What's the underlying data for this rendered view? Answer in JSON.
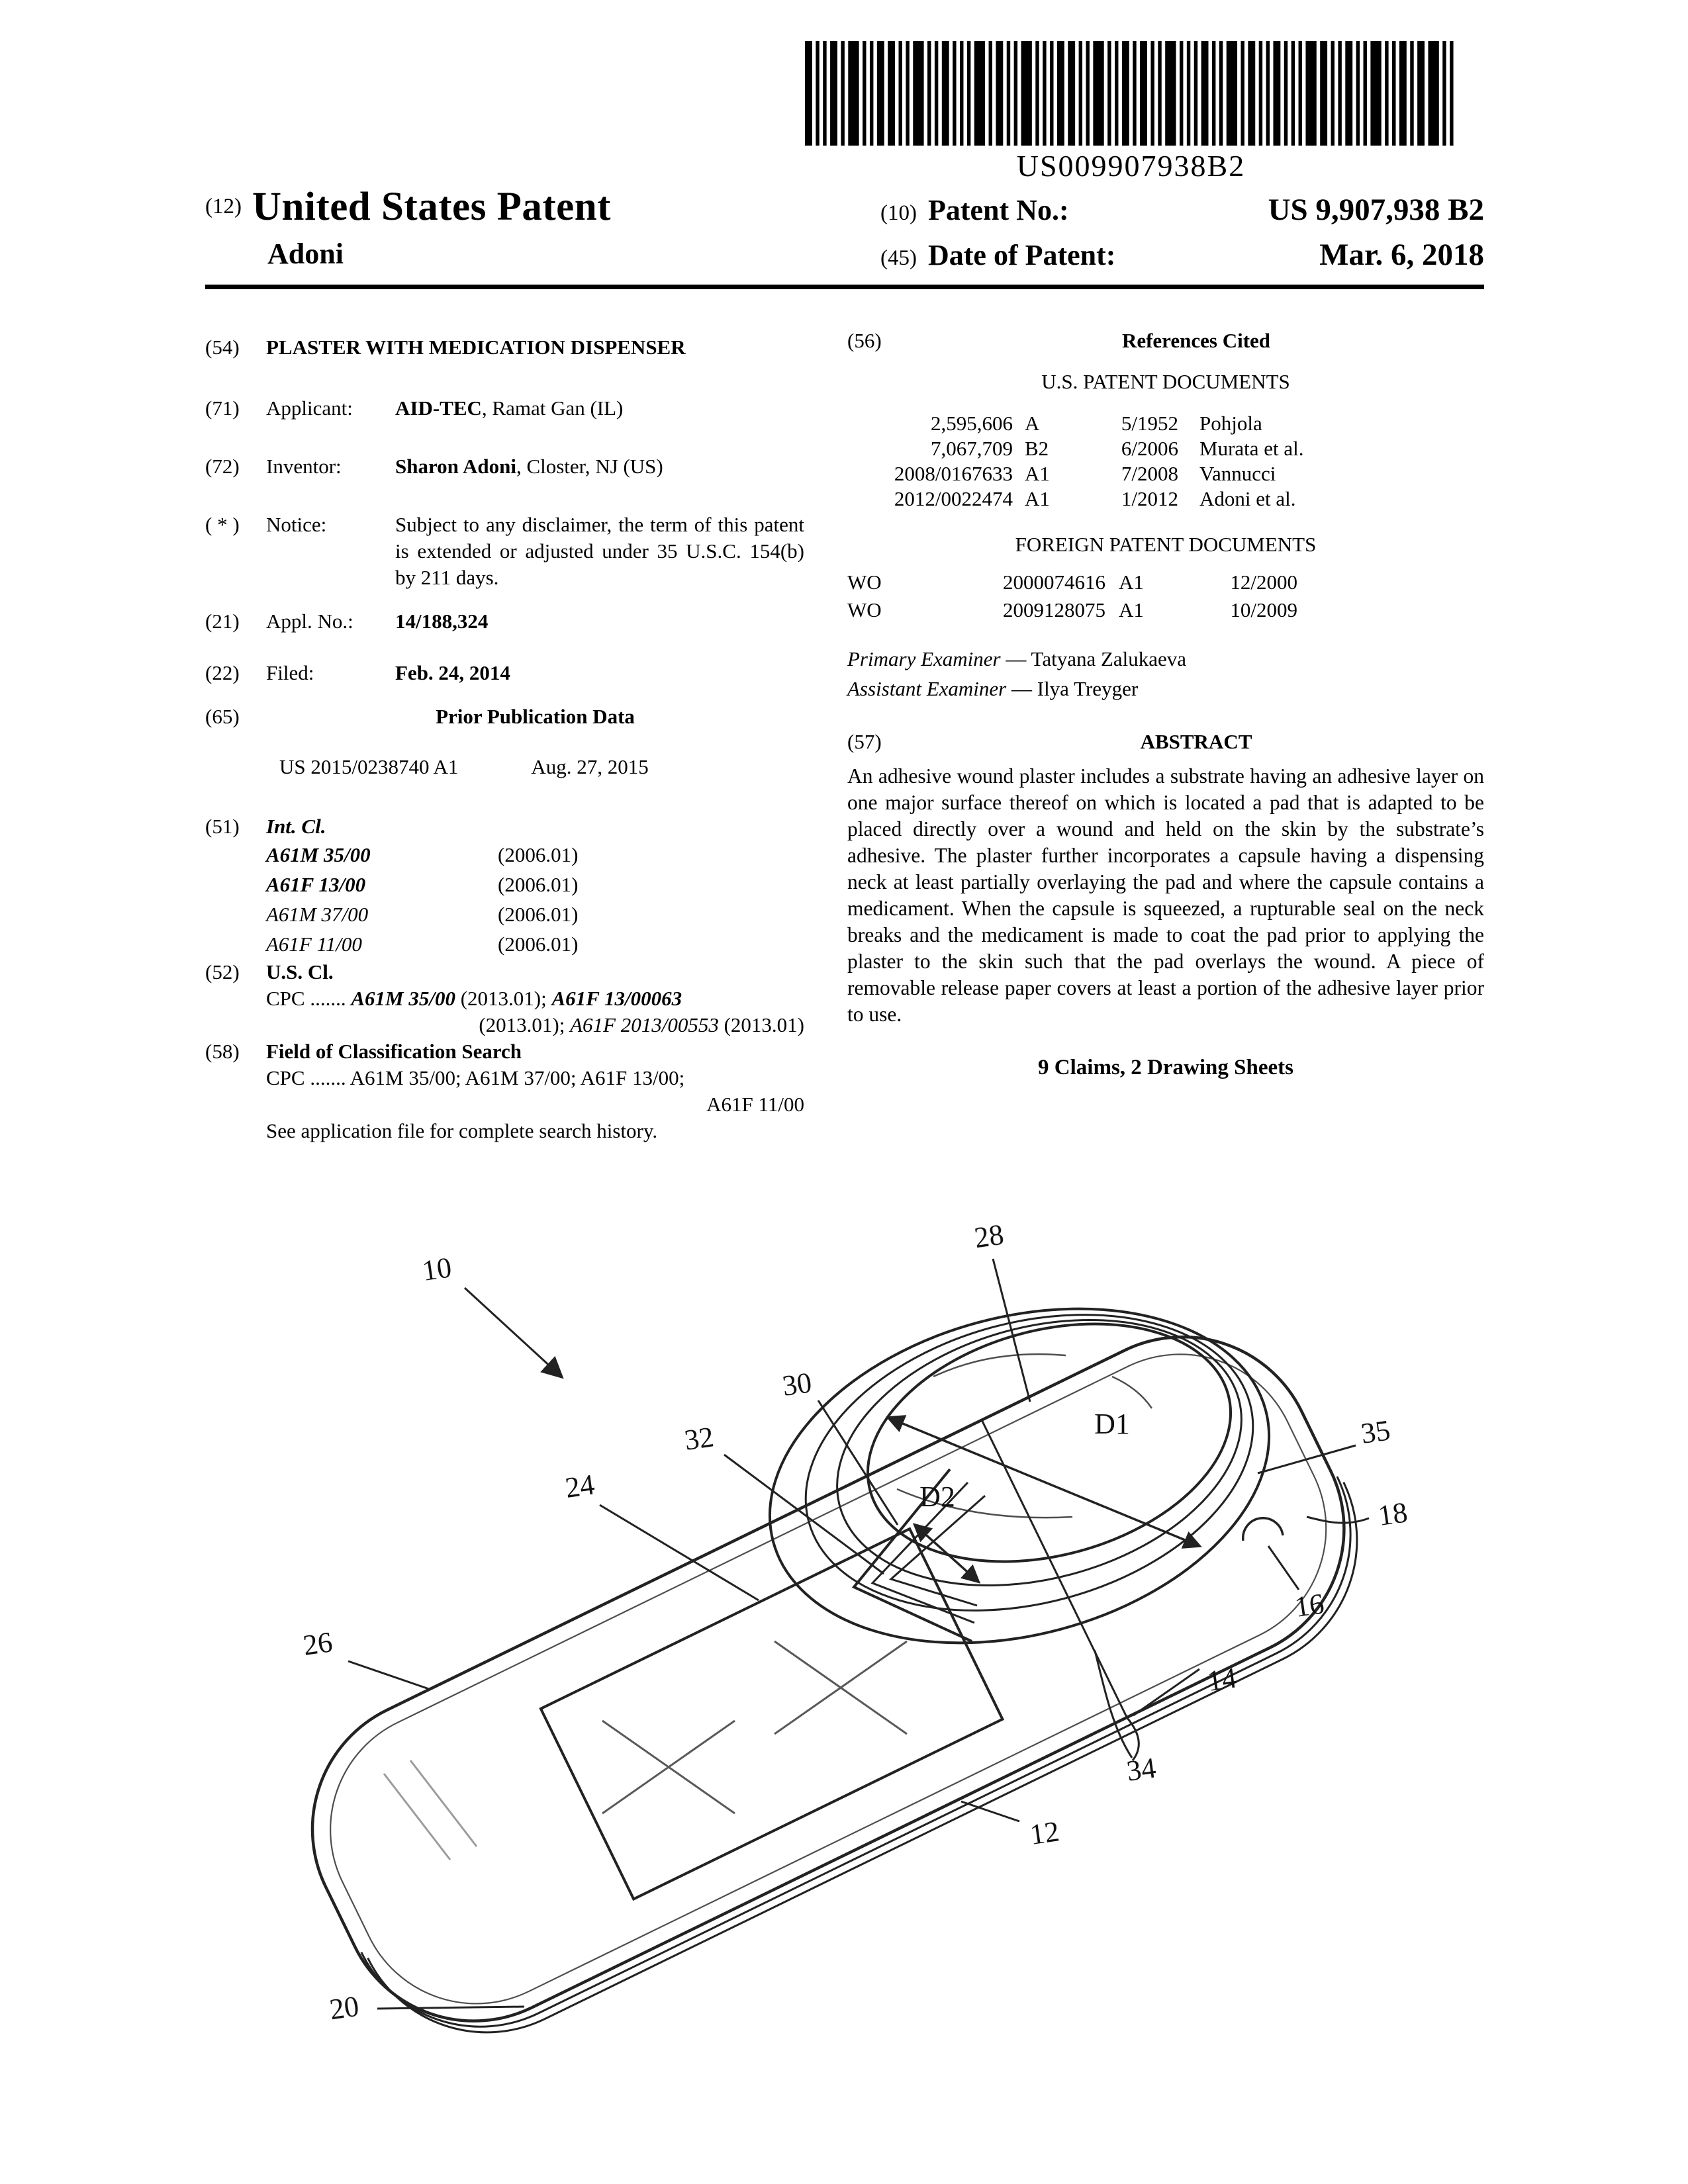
{
  "barcode": {
    "text": "US009907938B2"
  },
  "header": {
    "kind_prefix": "(12)",
    "title": "United States Patent",
    "inventor_line": "Adoni",
    "patent_no_prefix": "(10)",
    "patent_no_label": "Patent No.:",
    "patent_no_value": "US 9,907,938 B2",
    "date_prefix": "(45)",
    "date_label": "Date of Patent:",
    "date_value": "Mar. 6, 2018"
  },
  "left_column": {
    "title_field": {
      "num": "(54)",
      "text": "PLASTER WITH MEDICATION DISPENSER"
    },
    "applicant": {
      "num": "(71)",
      "label": "Applicant:",
      "name": "AID-TEC",
      "rest": ", Ramat Gan (IL)"
    },
    "inventor": {
      "num": "(72)",
      "label": "Inventor:",
      "name": "Sharon Adoni",
      "rest": ", Closter, NJ (US)"
    },
    "notice": {
      "num": "( * )",
      "label": "Notice:",
      "text": "Subject to any disclaimer, the term of this patent is extended or adjusted under 35 U.S.C. 154(b) by 211 days."
    },
    "appl_no": {
      "num": "(21)",
      "label": "Appl. No.:",
      "value": "14/188,324"
    },
    "filed": {
      "num": "(22)",
      "label": "Filed:",
      "value": "Feb. 24, 2014"
    },
    "prior_publication": {
      "num": "(65)",
      "heading": "Prior Publication Data",
      "pub_number": "US 2015/0238740 A1",
      "pub_date": "Aug. 27, 2015"
    },
    "int_cl": {
      "num": "(51)",
      "heading": "Int. Cl.",
      "entries": [
        {
          "code": "A61M 35/00",
          "version": "(2006.01)"
        },
        {
          "code": "A61F 13/00",
          "version": "(2006.01)"
        },
        {
          "code": "A61M 37/00",
          "version": "(2006.01)"
        },
        {
          "code": "A61F 11/00",
          "version": "(2006.01)"
        }
      ]
    },
    "us_cl": {
      "num": "(52)",
      "heading": "U.S. Cl.",
      "cpc_prefix": "CPC .......",
      "line1_code1": "A61M 35/00",
      "line1_mid": " (2013.01); ",
      "line1_code2": "A61F 13/00063",
      "line2_pre": "(2013.01); ",
      "line2_code": "A61F 2013/00553",
      "line2_suf": " (2013.01)"
    },
    "field_of_search": {
      "num": "(58)",
      "heading": "Field of Classification Search",
      "cpc_prefix": "CPC .......",
      "line1": "A61M 35/00; A61M 37/00; A61F 13/00;",
      "line2": "A61F 11/00",
      "note": "See application file for complete search history."
    }
  },
  "right_column": {
    "references": {
      "num": "(56)",
      "heading": "References Cited"
    },
    "us_patent_documents": {
      "heading": "U.S. PATENT DOCUMENTS",
      "rows": [
        {
          "number": "2,595,606",
          "kind": "A",
          "date": "5/1952",
          "name": "Pohjola"
        },
        {
          "number": "7,067,709",
          "kind": "B2",
          "date": "6/2006",
          "name": "Murata et al."
        },
        {
          "number": "2008/0167633",
          "kind": "A1",
          "date": "7/2008",
          "name": "Vannucci"
        },
        {
          "number": "2012/0022474",
          "kind": "A1",
          "date": "1/2012",
          "name": "Adoni et al."
        }
      ]
    },
    "foreign_patent_documents": {
      "heading": "FOREIGN PATENT DOCUMENTS",
      "rows": [
        {
          "country": "WO",
          "number": "2000074616",
          "kind": "A1",
          "date": "12/2000"
        },
        {
          "country": "WO",
          "number": "2009128075",
          "kind": "A1",
          "date": "10/2009"
        }
      ]
    },
    "examiners": {
      "primary_label": "Primary Examiner",
      "primary_dash": "— ",
      "primary_name": "Tatyana Zalukaeva",
      "assistant_label": "Assistant Examiner",
      "assistant_dash": "— ",
      "assistant_name": "Ilya Treyger"
    },
    "abstract": {
      "num": "(57)",
      "heading": "ABSTRACT",
      "text": "An adhesive wound plaster includes a substrate having an adhesive layer on one major surface thereof on which is located a pad that is adapted to be placed directly over a wound and held on the skin by the substrate’s adhesive. The plaster further incorporates a capsule having a dispensing neck at least partially overlaying the pad and where the capsule contains a medicament. When the capsule is squeezed, a rupturable seal on the neck breaks and the medicament is made to coat the pad prior to applying the plaster to the skin such that the pad overlays the wound. A piece of removable release paper covers at least a portion of the adhesive layer prior to use."
    },
    "claims_line": "9 Claims, 2 Drawing Sheets"
  },
  "figure": {
    "labels": [
      {
        "text": "10"
      },
      {
        "text": "28"
      },
      {
        "text": "30"
      },
      {
        "text": "32"
      },
      {
        "text": "24"
      },
      {
        "text": "26"
      },
      {
        "text": "20"
      },
      {
        "text": "35"
      },
      {
        "text": "18"
      },
      {
        "text": "16"
      },
      {
        "text": "14"
      },
      {
        "text": "34"
      },
      {
        "text": "12"
      },
      {
        "text": "D1"
      },
      {
        "text": "D2"
      }
    ]
  }
}
